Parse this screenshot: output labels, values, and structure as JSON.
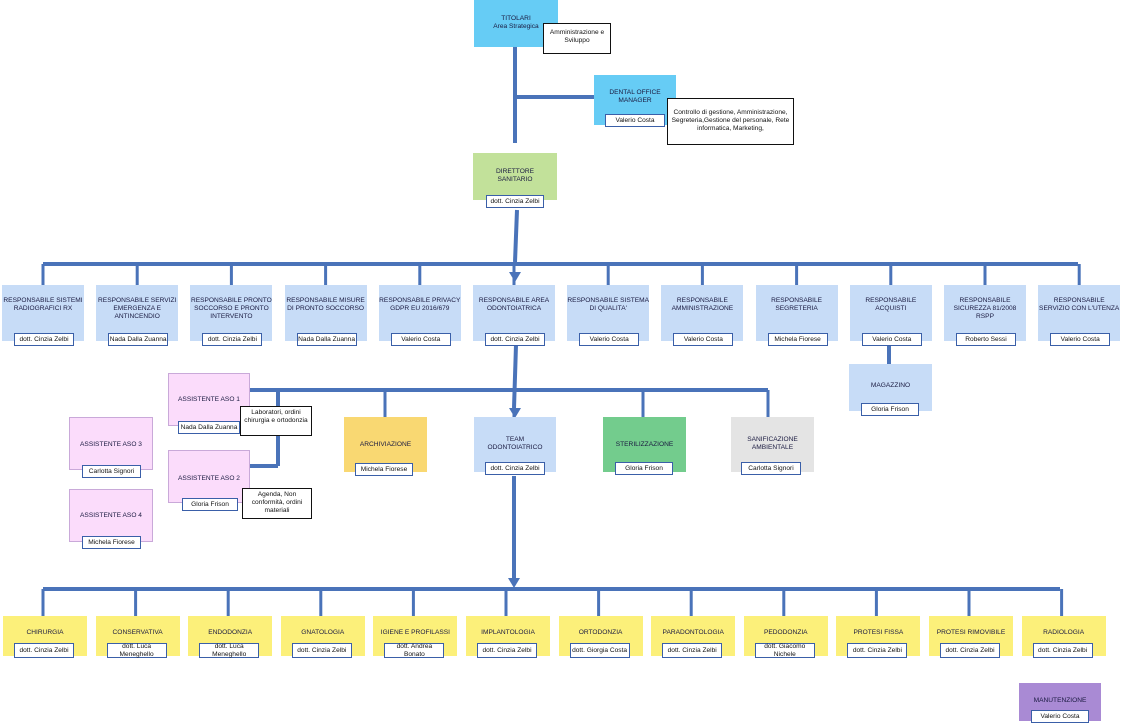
{
  "colors": {
    "line": "#4a73b9",
    "strategic": "#66ccf5",
    "director": "#c2e19a",
    "responsible": "#c7dcf7",
    "assistant": "#fbdcfb",
    "specialty": "#fcf07a",
    "archive": "#f9d872",
    "sterilization": "#73cc8d",
    "sanitization": "#e4e4e4",
    "maintenance": "#a98ad4"
  },
  "top": {
    "title_line1": "TITOLARI",
    "title_line2": "Area Strategica",
    "note": "Amministrazione e Sviluppo"
  },
  "office_manager": {
    "title_line1": "DENTAL OFFICE",
    "title_line2": "MANAGER",
    "name": "Valerio Costa",
    "note": "Controllo di gestione, Amministrazione, Segreteria,Gestione del personale, Rete informatica, Marketing,"
  },
  "director": {
    "title_line1": "DIRETTORE",
    "title_line2": "SANITARIO",
    "name": "dott. Cinzia Zelbi"
  },
  "responsibles": [
    {
      "title": "RESPONSABILE SISTEMI RADIOGRAFICI RX",
      "name": "dott. Cinzia Zelbi"
    },
    {
      "title": "RESPONSABILE SERVIZI EMERGENZA e ANTINCENDIO",
      "name": "Nada Dalla Zuanna"
    },
    {
      "title": "RESPONSABILE PRONTO SOCCORSO e PRONTO INTERVENTO",
      "name": "dott. Cinzia Zelbi"
    },
    {
      "title": "RESPONSABILE MISURE DI PRONTO SOCCORSO",
      "name": "Nada Dalla Zuanna"
    },
    {
      "title": "RESPONSABILE PRIVACY GDPR EU 2016/679",
      "name": "Valerio Costa"
    },
    {
      "title": "RESPONSABILE AREA ODONTOIATRICA",
      "name": "dott. Cinzia Zelbi"
    },
    {
      "title": "RESPONSABILE SISTEMA DI QUALITA'",
      "name": "Valerio Costa"
    },
    {
      "title": "RESPONSABILE AMMINISTRAZIONE",
      "name": "Valerio Costa"
    },
    {
      "title": "RESPONSABILE SEGRETERIA",
      "name": "Michela Fiorese"
    },
    {
      "title": "RESPONSABILE ACQUISTI",
      "name": "Valerio Costa"
    },
    {
      "title": "RESPONSABILE SICUREZZA 81/2008 RSPP",
      "name": "Roberto Sessi"
    },
    {
      "title": "RESPONSABILE SERVIZIO CON L'UTENZA",
      "name": "Valerio Costa"
    }
  ],
  "warehouse": {
    "title": "MAGAZZINO",
    "name": "Gloria Frison"
  },
  "assistants": [
    {
      "title": "ASSISTENTE ASO 1",
      "name": "Nada Dalla Zuanna"
    },
    {
      "title": "ASSISTENTE ASO 2",
      "name": "Gloria Frison"
    },
    {
      "title": "ASSISTENTE ASO 3",
      "name": "Carlotta Signori"
    },
    {
      "title": "ASSISTENTE ASO 4",
      "name": "Michela Fiorese"
    }
  ],
  "assistant_notes": {
    "aso1": "Laboratori, ordini chirurgia e ortodonzia",
    "aso2": "Agenda, Non conformità, ordini materiali"
  },
  "services": [
    {
      "title": "ARCHIVIAZIONE",
      "name": "Michela Fiorese"
    },
    {
      "title_line1": "TEAM",
      "title_line2": "ODONTOIATRICO",
      "name": "dott. Cinzia Zelbi"
    },
    {
      "title": "STERILIZZAZIONE",
      "name": "Gloria Frison"
    },
    {
      "title": "SANIFICAZIONE AMBIENTALE",
      "name": "Carlotta Signori"
    }
  ],
  "specialties": [
    {
      "title": "CHIRURGIA",
      "name": "dott. Cinzia Zelbi"
    },
    {
      "title": "CONSERVATIVA",
      "name": "dott. Luca Meneghello"
    },
    {
      "title": "ENDODONZIA",
      "name": "dott. Luca Meneghello"
    },
    {
      "title": "GNATOLOGIA",
      "name": "dott. Cinzia Zelbi"
    },
    {
      "title": "IGIENE E PROFILASSI",
      "name": "dott. Andrea Bonato"
    },
    {
      "title": "IMPLANTOLOGIA",
      "name": "dott. Cinzia Zelbi"
    },
    {
      "title": "ORTODONZIA",
      "name": "dott. Giorgia Costa"
    },
    {
      "title": "PARADONTOLOGIA",
      "name": "dott. Cinzia Zelbi"
    },
    {
      "title": "PEDODONZIA",
      "name": "dott. Giacomo Nichele"
    },
    {
      "title": "PROTESI FISSA",
      "name": "dott. Cinzia Zelbi"
    },
    {
      "title": "PROTESI RIMOVIBILE",
      "name": "dott. Cinzia Zelbi"
    },
    {
      "title": "RADIOLOGIA",
      "name": "dott. Cinzia Zelbi"
    }
  ],
  "maintenance": {
    "title": "MANUTENZIONE",
    "name": "Valerio Costa"
  }
}
